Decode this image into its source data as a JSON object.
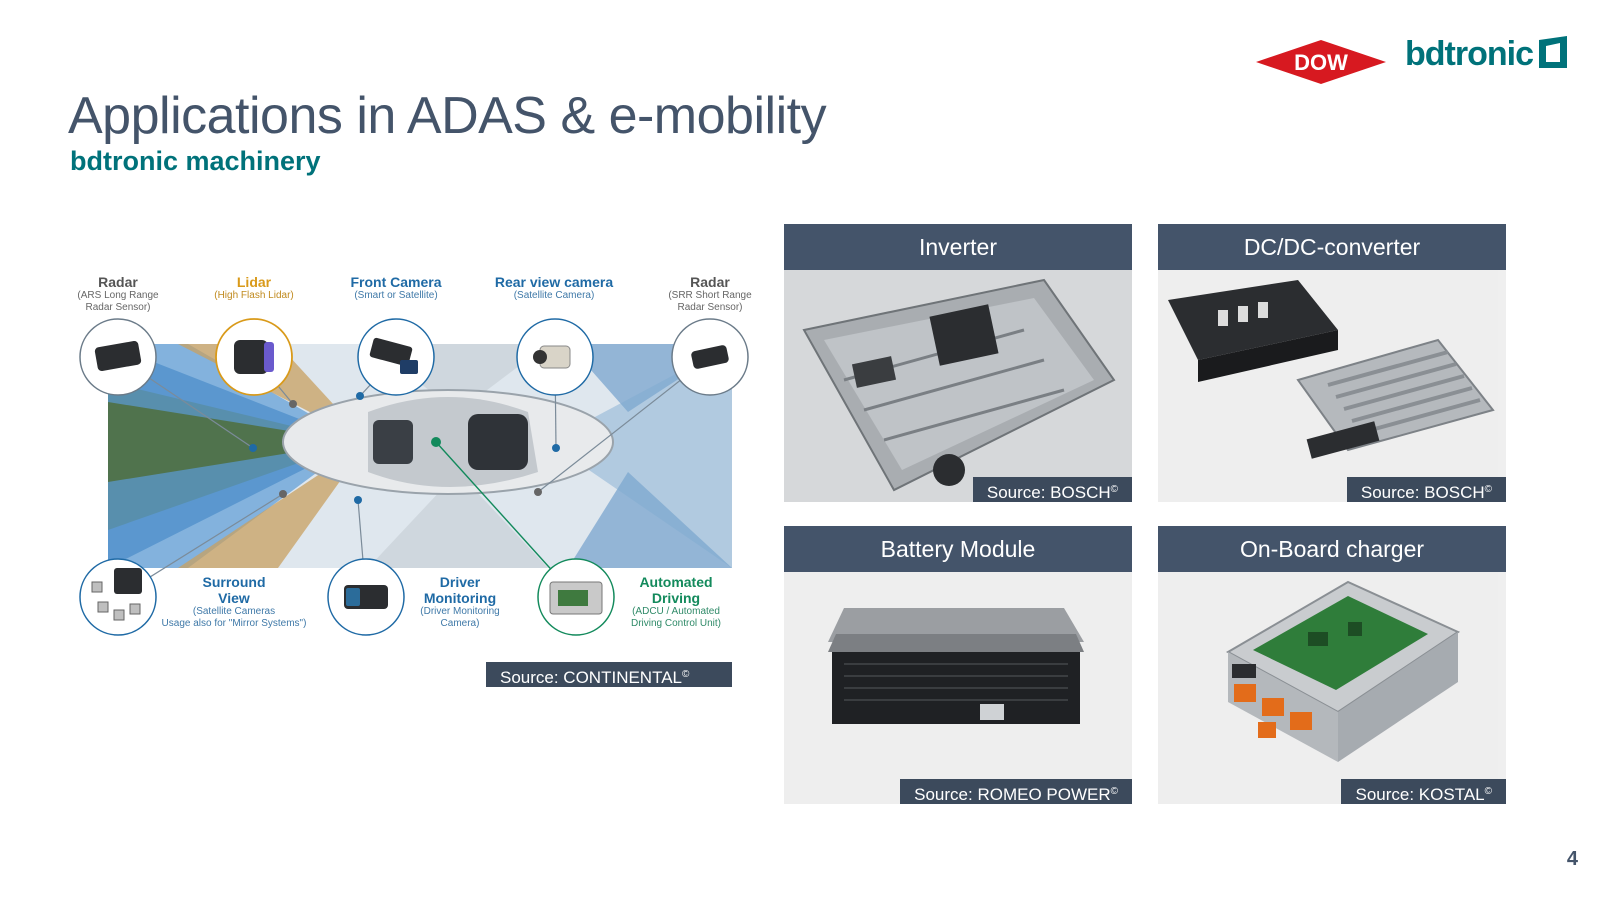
{
  "slide": {
    "title": "Applications in ADAS & e-mobility",
    "subtitle": "bdtronic machinery",
    "page_number": "4"
  },
  "logos": {
    "dow": "DOW",
    "bdtronic": "bdtronic"
  },
  "adas": {
    "labels": [
      {
        "title": "Radar",
        "sub1": "(ARS Long Range",
        "sub2": "Radar Sensor)"
      },
      {
        "title": "Lidar",
        "sub1": "(High Flash Lidar)",
        "sub2": ""
      },
      {
        "title": "Front Camera",
        "sub1": "(Smart or Satellite)",
        "sub2": ""
      },
      {
        "title": "Rear view camera",
        "sub1": "(Satellite Camera)",
        "sub2": ""
      },
      {
        "title": "Radar",
        "sub1": "(SRR Short Range",
        "sub2": "Radar Sensor)"
      }
    ],
    "bottom_labels": [
      {
        "title1": "Surround",
        "title2": "View",
        "sub1": "(Satellite Cameras",
        "sub2": "Usage also for \"Mirror Systems\")"
      },
      {
        "title1": "Driver",
        "title2": "Monitoring",
        "sub1": "(Driver Monitoring",
        "sub2": "Camera)"
      },
      {
        "title1": "Automated",
        "title2": "Driving",
        "sub1": "(ADCU / Automated",
        "sub2": "Driving Control Unit)"
      }
    ],
    "source": "Source: CONTINENTAL",
    "source_mark": "©"
  },
  "panels": [
    {
      "title": "Inverter",
      "source": "Source: BOSCH",
      "mark": "©"
    },
    {
      "title": "DC/DC-converter",
      "source": "Source: BOSCH",
      "mark": "©"
    },
    {
      "title": "Battery Module",
      "source": "Source: ROMEO POWER",
      "mark": "©"
    },
    {
      "title": "On-Board charger",
      "source": "Source: KOSTAL",
      "mark": "©"
    }
  ],
  "colors": {
    "title": "#44546a",
    "accent_teal": "#00727a",
    "header_bar": "#44546a",
    "source_bar": "#3c4a5c",
    "dow_red": "#d71920"
  }
}
